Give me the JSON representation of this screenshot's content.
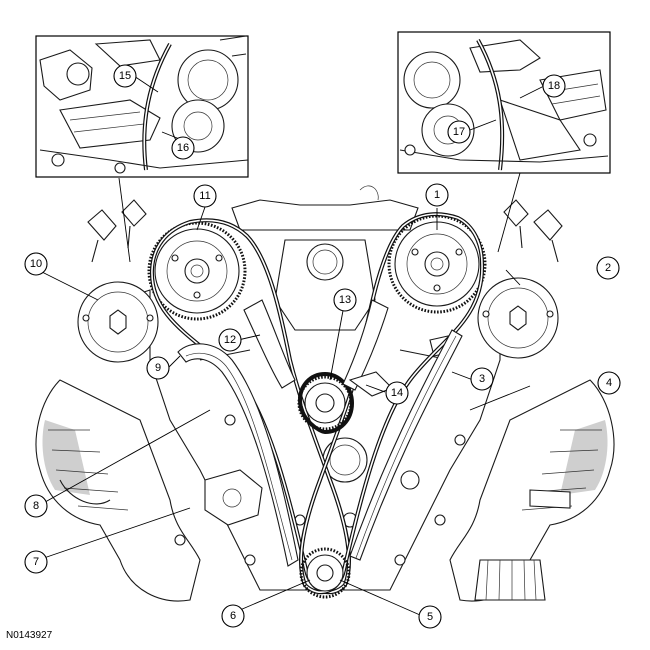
{
  "figure_id": "N0143927",
  "callouts": [
    "1",
    "2",
    "3",
    "4",
    "5",
    "6",
    "7",
    "8",
    "9",
    "10",
    "11",
    "12",
    "13",
    "14",
    "15",
    "16",
    "17",
    "18"
  ]
}
